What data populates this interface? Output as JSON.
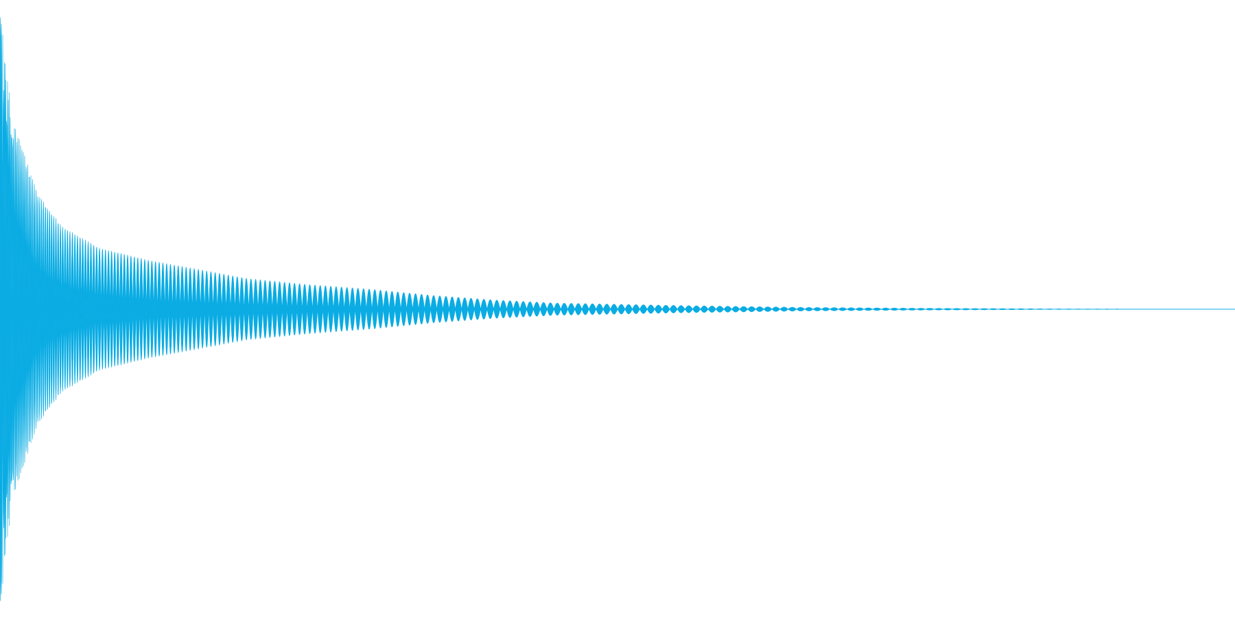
{
  "colors": {
    "background": "#ffffff",
    "waveform": "#0aace3"
  },
  "chart_data": {
    "type": "area",
    "title": "",
    "xlabel": "",
    "ylabel": "",
    "grid": false,
    "legend": "none",
    "ylim": [
      -1,
      1
    ],
    "xlim": [
      0,
      1
    ],
    "series": [
      {
        "kind": "decaying-oscillation",
        "peak_amplitude": 0.97,
        "envelope": [
          {
            "x": 0.0,
            "y": 0.97
          },
          {
            "x": 0.01,
            "y": 0.62
          },
          {
            "x": 0.03,
            "y": 0.38
          },
          {
            "x": 0.05,
            "y": 0.27
          },
          {
            "x": 0.08,
            "y": 0.2
          },
          {
            "x": 0.12,
            "y": 0.16
          },
          {
            "x": 0.16,
            "y": 0.13
          },
          {
            "x": 0.2,
            "y": 0.1
          },
          {
            "x": 0.25,
            "y": 0.08
          },
          {
            "x": 0.3,
            "y": 0.065
          },
          {
            "x": 0.35,
            "y": 0.045
          },
          {
            "x": 0.4,
            "y": 0.03
          },
          {
            "x": 0.45,
            "y": 0.02
          },
          {
            "x": 0.55,
            "y": 0.012
          },
          {
            "x": 0.65,
            "y": 0.006
          },
          {
            "x": 0.75,
            "y": 0.003
          },
          {
            "x": 0.85,
            "y": 0.001
          },
          {
            "x": 1.0,
            "y": 0.0
          }
        ],
        "cycles": 120
      }
    ]
  }
}
